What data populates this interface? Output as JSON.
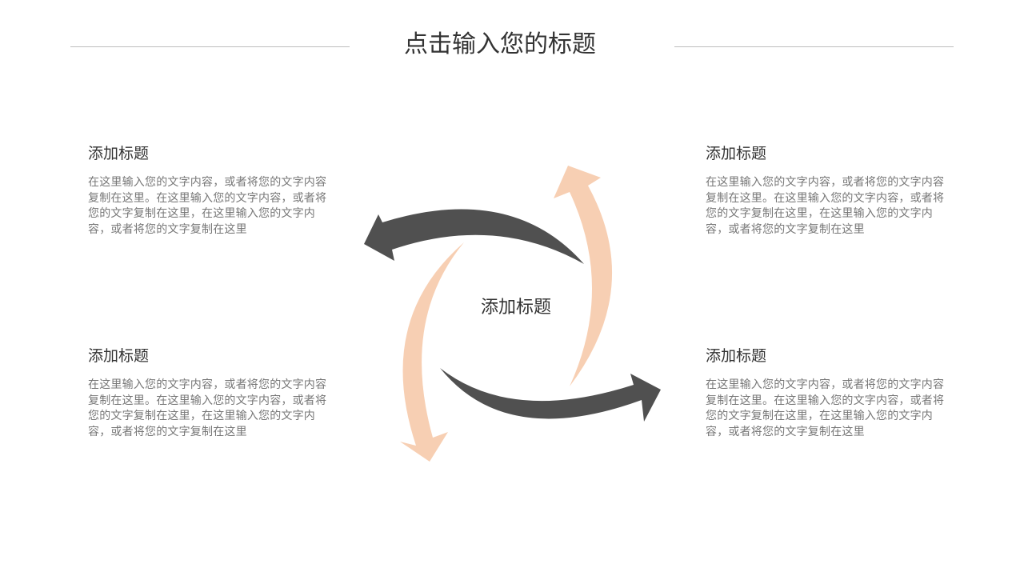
{
  "title": "点击输入您的标题",
  "center_label": "添加标题",
  "colors": {
    "dark": "#505050",
    "peach": "#f7cfb3"
  },
  "blocks": [
    {
      "heading": "添加标题",
      "body": "在这里输入您的文字内容，或者将您的文字内容复制在这里。在这里输入您的文字内容，或者将您的文字复制在这里，在这里输入您的文字内容，或者将您的文字复制在这里"
    },
    {
      "heading": "添加标题",
      "body": "在这里输入您的文字内容，或者将您的文字内容复制在这里。在这里输入您的文字内容，或者将您的文字复制在这里，在这里输入您的文字内容，或者将您的文字复制在这里"
    },
    {
      "heading": "添加标题",
      "body": "在这里输入您的文字内容，或者将您的文字内容复制在这里。在这里输入您的文字内容，或者将您的文字复制在这里，在这里输入您的文字内容，或者将您的文字复制在这里"
    },
    {
      "heading": "添加标题",
      "body": "在这里输入您的文字内容，或者将您的文字内容复制在这里。在这里输入您的文字内容，或者将您的文字复制在这里，在这里输入您的文字内容，或者将您的文字复制在这里"
    }
  ]
}
